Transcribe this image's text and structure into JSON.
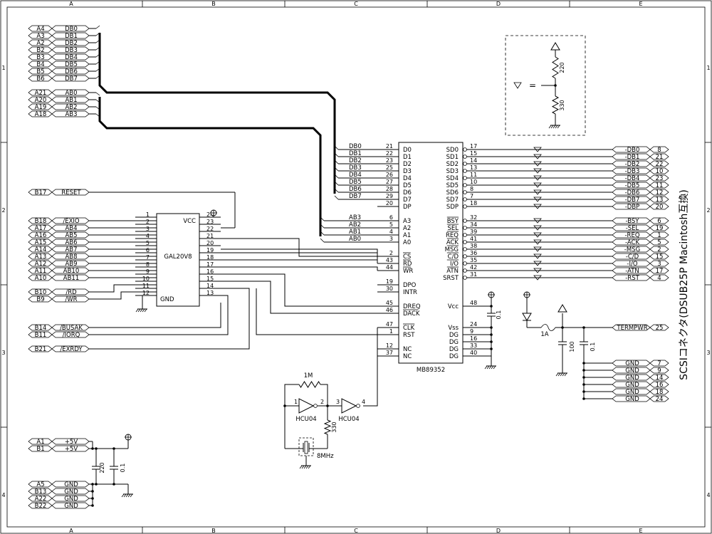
{
  "grid": {
    "columns": [
      "A",
      "B",
      "C",
      "D",
      "E"
    ],
    "rows": [
      "1",
      "2",
      "3",
      "4"
    ]
  },
  "title": "SCSIコネクタ(DSUB25P Macintosh互換)",
  "left_connectors": {
    "data_bus": [
      {
        "pin": "A4",
        "sig": "DB0"
      },
      {
        "pin": "A3",
        "sig": "DB1"
      },
      {
        "pin": "A2",
        "sig": "DB2"
      },
      {
        "pin": "B2",
        "sig": "DB3"
      },
      {
        "pin": "B3",
        "sig": "DB4"
      },
      {
        "pin": "B4",
        "sig": "DB5"
      },
      {
        "pin": "B5",
        "sig": "DB6"
      },
      {
        "pin": "B6",
        "sig": "DB7"
      }
    ],
    "addr_bus": [
      {
        "pin": "A21",
        "sig": "AB0"
      },
      {
        "pin": "A20",
        "sig": "AB1"
      },
      {
        "pin": "A19",
        "sig": "AB2"
      },
      {
        "pin": "A18",
        "sig": "AB3"
      }
    ],
    "reset": {
      "pin": "B17",
      "sig": "RESET"
    },
    "gal_inputs": [
      {
        "pin": "B18",
        "sig": "/EXIO"
      },
      {
        "pin": "A17",
        "sig": "AB4"
      },
      {
        "pin": "A16",
        "sig": "AB5"
      },
      {
        "pin": "A15",
        "sig": "AB6"
      },
      {
        "pin": "A14",
        "sig": "AB7"
      },
      {
        "pin": "A13",
        "sig": "AB8"
      },
      {
        "pin": "A12",
        "sig": "AB9"
      },
      {
        "pin": "A11",
        "sig": "AB10"
      },
      {
        "pin": "A10",
        "sig": "AB11"
      }
    ],
    "rdwr": [
      {
        "pin": "B10",
        "sig": "/RD"
      },
      {
        "pin": "B9",
        "sig": "/WR"
      }
    ],
    "misc": [
      {
        "pin": "B14",
        "sig": "/BUSAK"
      },
      {
        "pin": "B11",
        "sig": "/IORQ"
      }
    ],
    "exrdy": {
      "pin": "B21",
      "sig": "/EXRDY"
    },
    "power": [
      {
        "pin": "A1",
        "sig": "+5V"
      },
      {
        "pin": "B1",
        "sig": "+5V"
      }
    ],
    "ground": [
      {
        "pin": "A5",
        "sig": "GND"
      },
      {
        "pin": "B13",
        "sig": "GND"
      },
      {
        "pin": "A22",
        "sig": "GND"
      },
      {
        "pin": "B22",
        "sig": "GND"
      }
    ]
  },
  "gal": {
    "name": "GAL20V8",
    "vcc": "VCC",
    "gnd": "GND",
    "left_pins": [
      "1",
      "2",
      "3",
      "4",
      "5",
      "6",
      "7",
      "8",
      "9",
      "10",
      "11",
      "12"
    ],
    "right_pins": [
      "24",
      "23",
      "22",
      "21",
      "20",
      "19",
      "18",
      "17",
      "16",
      "15",
      "14",
      "13"
    ]
  },
  "ic": {
    "name": "MB89352",
    "left": [
      {
        "pin": "21",
        "name": "D0"
      },
      {
        "pin": "22",
        "name": "D1"
      },
      {
        "pin": "23",
        "name": "D2"
      },
      {
        "pin": "25",
        "name": "D3"
      },
      {
        "pin": "26",
        "name": "D4"
      },
      {
        "pin": "27",
        "name": "D5"
      },
      {
        "pin": "28",
        "name": "D6"
      },
      {
        "pin": "29",
        "name": "D7"
      },
      {
        "pin": "20",
        "name": "DP"
      },
      {
        "pin": "6",
        "name": "A3"
      },
      {
        "pin": "5",
        "name": "A2"
      },
      {
        "pin": "4",
        "name": "A1"
      },
      {
        "pin": "3",
        "name": "A0"
      },
      {
        "pin": "2",
        "name": "CS"
      },
      {
        "pin": "43",
        "name": "RD"
      },
      {
        "pin": "44",
        "name": "WR"
      },
      {
        "pin": "19",
        "name": "DPO"
      },
      {
        "pin": "30",
        "name": "INTR"
      },
      {
        "pin": "45",
        "name": "DREQ"
      },
      {
        "pin": "46",
        "name": "DACK"
      },
      {
        "pin": "47",
        "name": "CLK"
      },
      {
        "pin": "1",
        "name": "RST"
      },
      {
        "pin": "12",
        "name": "NC"
      },
      {
        "pin": "37",
        "name": "NC"
      }
    ],
    "right": [
      {
        "pin": "17",
        "name": "SD0"
      },
      {
        "pin": "15",
        "name": "SD1"
      },
      {
        "pin": "14",
        "name": "SD2"
      },
      {
        "pin": "13",
        "name": "SD3"
      },
      {
        "pin": "11",
        "name": "SD4"
      },
      {
        "pin": "10",
        "name": "SD5"
      },
      {
        "pin": "8",
        "name": "SD6"
      },
      {
        "pin": "7",
        "name": "SD7"
      },
      {
        "pin": "18",
        "name": "SDP"
      },
      {
        "pin": "32",
        "name": "BSY"
      },
      {
        "pin": "34",
        "name": "SEL"
      },
      {
        "pin": "39",
        "name": "REQ"
      },
      {
        "pin": "41",
        "name": "ACK"
      },
      {
        "pin": "38",
        "name": "MSG"
      },
      {
        "pin": "36",
        "name": "C/D"
      },
      {
        "pin": "35",
        "name": "I/O"
      },
      {
        "pin": "42",
        "name": "ATN"
      },
      {
        "pin": "31",
        "name": "SRST"
      },
      {
        "pin": "48",
        "name": "Vcc"
      },
      {
        "pin": "24",
        "name": "Vss"
      },
      {
        "pin": "9",
        "name": "DG"
      },
      {
        "pin": "16",
        "name": "DG"
      },
      {
        "pin": "33",
        "name": "DG"
      },
      {
        "pin": "40",
        "name": "DG"
      }
    ]
  },
  "scsi": {
    "signals": [
      {
        "sig": "-DB0",
        "pin": "8"
      },
      {
        "sig": "-DB1",
        "pin": "21"
      },
      {
        "sig": "-DB2",
        "pin": "22"
      },
      {
        "sig": "-DB3",
        "pin": "10"
      },
      {
        "sig": "-DB4",
        "pin": "23"
      },
      {
        "sig": "-DB5",
        "pin": "11"
      },
      {
        "sig": "-DB6",
        "pin": "12"
      },
      {
        "sig": "-DB7",
        "pin": "13"
      },
      {
        "sig": "-DBP",
        "pin": "20"
      },
      {
        "sig": "-BSY",
        "pin": "6"
      },
      {
        "sig": "-SEL",
        "pin": "19"
      },
      {
        "sig": "-REQ",
        "pin": "1"
      },
      {
        "sig": "-ACK",
        "pin": "5"
      },
      {
        "sig": "-MSG",
        "pin": "2"
      },
      {
        "sig": "-C/D",
        "pin": "15"
      },
      {
        "sig": "-I/O",
        "pin": "3"
      },
      {
        "sig": "-ATN",
        "pin": "17"
      },
      {
        "sig": "-RST",
        "pin": "4"
      }
    ],
    "termpwr": {
      "sig": "TERMPWR",
      "pin": "25"
    },
    "grounds": [
      {
        "sig": "GND",
        "pin": "7"
      },
      {
        "sig": "GND",
        "pin": "9"
      },
      {
        "sig": "GND",
        "pin": "14"
      },
      {
        "sig": "GND",
        "pin": "16"
      },
      {
        "sig": "GND",
        "pin": "18"
      },
      {
        "sig": "GND",
        "pin": "24"
      }
    ]
  },
  "components": {
    "r_up": "220",
    "r_down": "330",
    "equals": "=",
    "c_vcc": "0.1",
    "fuse": "1A",
    "c_term1": "100",
    "c_term2": "0.1",
    "r_fb": "1M",
    "r_osc": "330",
    "inv1": "HCU04",
    "inv2": "HCU04",
    "inv_pins": [
      "1",
      "2",
      "3",
      "4"
    ],
    "crystal": "8MHz",
    "c_pwr1": "220",
    "c_pwr2": "0.1"
  }
}
